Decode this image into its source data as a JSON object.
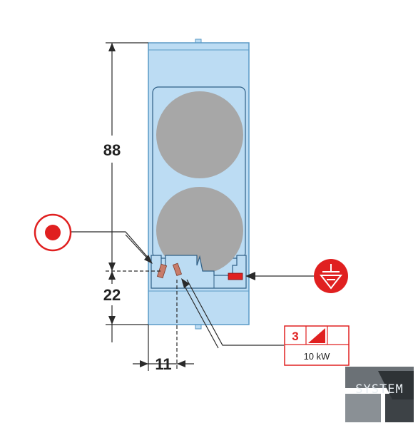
{
  "dimensions": {
    "height_upper": "88",
    "height_lower": "22",
    "width_offset": "11"
  },
  "power_box": {
    "phases": "3",
    "power": "10 kW"
  },
  "logo": {
    "text": "SYSTEM"
  },
  "colors": {
    "body_fill": "#bcdcf3",
    "body_stroke": "#5a9ac6",
    "hotplate": "#a7a7a7",
    "accent_red": "#e02020",
    "control_knob": "#c87c6a",
    "dim_line": "#2a2a2a"
  },
  "icons": {
    "electric_connection": "red-circle-dot-icon",
    "equipotential": "equipotential-ground-icon"
  }
}
